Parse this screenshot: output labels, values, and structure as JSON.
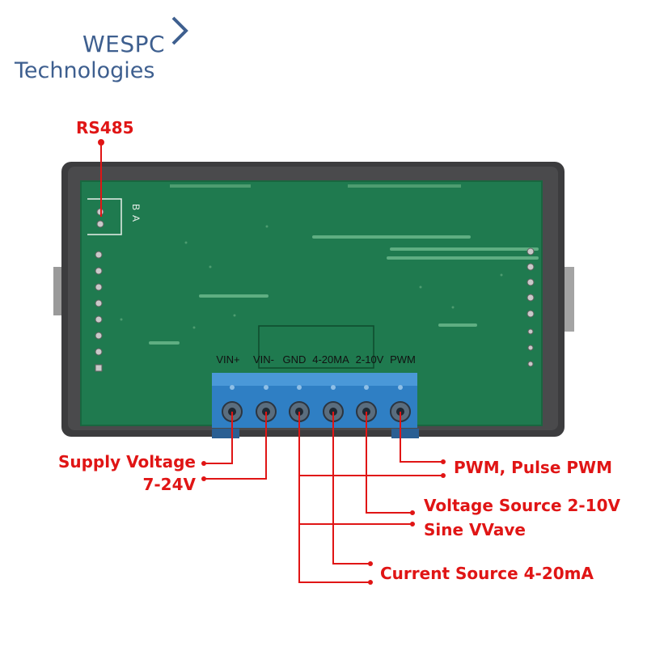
{
  "brand": {
    "line1": "WESPC",
    "line2": "Technologies",
    "mark": "chevron-right-icon"
  },
  "terminals": [
    "VIN+",
    "VIN-",
    "GND",
    "4-20MA",
    "2-10V",
    "PWM"
  ],
  "callouts": {
    "rs485": "RS485",
    "board_pins": [
      "A",
      "B"
    ],
    "supply_voltage": "Supply Voltage",
    "supply_range": "7-24V",
    "pwm": "PWM, Pulse PWM",
    "voltage_source": "Voltage Source 2-10V",
    "sine_wave": "Sine VVave",
    "current_source": "Current Source 4-20mA"
  },
  "colors": {
    "callout": "#e01515",
    "brand": "#3e5f8f",
    "pcb": "#1f7a4f",
    "terminal": "#2f7fc4"
  }
}
